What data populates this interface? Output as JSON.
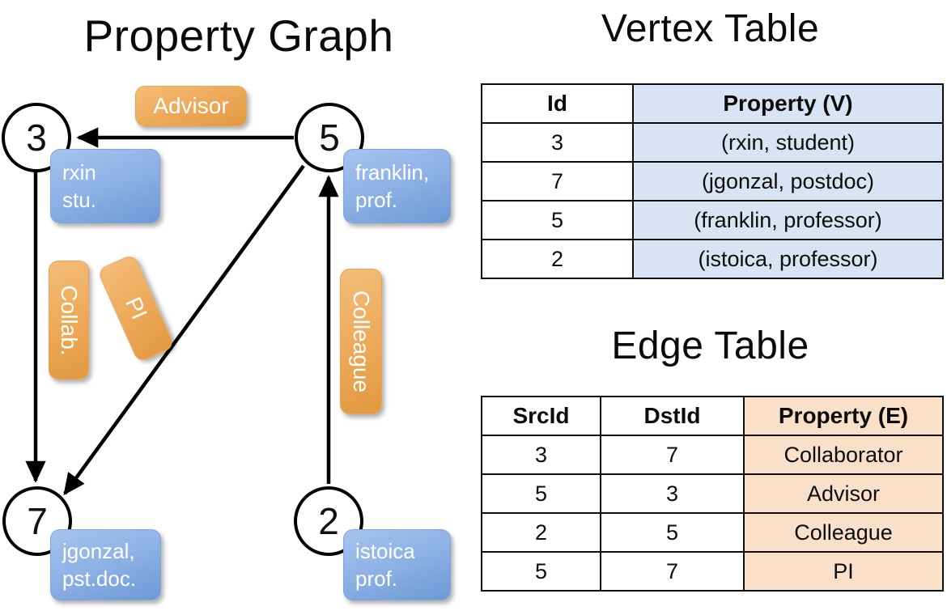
{
  "titles": {
    "graph": "Property Graph",
    "vertex_table": "Vertex Table",
    "edge_table": "Edge Table"
  },
  "colors": {
    "vertex_property_bg": "#dae3f3",
    "edge_property_bg": "#fae0c8",
    "node_box_blue": "#8fb3e6",
    "edge_label_orange": "#eeac5d",
    "stroke": "#000000",
    "background": "#ffffff"
  },
  "graph": {
    "nodes": [
      {
        "id": "3",
        "label": "3",
        "property_lines": [
          "rxin",
          "stu."
        ]
      },
      {
        "id": "5",
        "label": "5",
        "property_lines": [
          "franklin,",
          "prof."
        ]
      },
      {
        "id": "7",
        "label": "7",
        "property_lines": [
          "jgonzal,",
          "pst.doc."
        ]
      },
      {
        "id": "2",
        "label": "2",
        "property_lines": [
          "istoica",
          "prof."
        ]
      }
    ],
    "edge_labels": [
      {
        "name": "advisor",
        "text": "Advisor",
        "orientation": "horizontal"
      },
      {
        "name": "collab",
        "text": "Collab.",
        "orientation": "vertical"
      },
      {
        "name": "pi",
        "text": "PI",
        "orientation": "rotated"
      },
      {
        "name": "colleague",
        "text": "Colleague",
        "orientation": "vertical"
      }
    ],
    "edges": [
      {
        "src": "5",
        "dst": "3",
        "label": "Advisor"
      },
      {
        "src": "3",
        "dst": "7",
        "label": "Collab."
      },
      {
        "src": "5",
        "dst": "7",
        "label": "PI"
      },
      {
        "src": "2",
        "dst": "5",
        "label": "Colleague"
      }
    ]
  },
  "vertex_table": {
    "headers": [
      "Id",
      "Property (V)"
    ],
    "rows": [
      {
        "id": "3",
        "property": "(rxin, student)"
      },
      {
        "id": "7",
        "property": "(jgonzal, postdoc)"
      },
      {
        "id": "5",
        "property": "(franklin, professor)"
      },
      {
        "id": "2",
        "property": "(istoica, professor)"
      }
    ]
  },
  "edge_table": {
    "headers": [
      "SrcId",
      "DstId",
      "Property (E)"
    ],
    "rows": [
      {
        "src": "3",
        "dst": "7",
        "property": "Collaborator"
      },
      {
        "src": "5",
        "dst": "3",
        "property": "Advisor"
      },
      {
        "src": "2",
        "dst": "5",
        "property": "Colleague"
      },
      {
        "src": "5",
        "dst": "7",
        "property": "PI"
      }
    ]
  }
}
